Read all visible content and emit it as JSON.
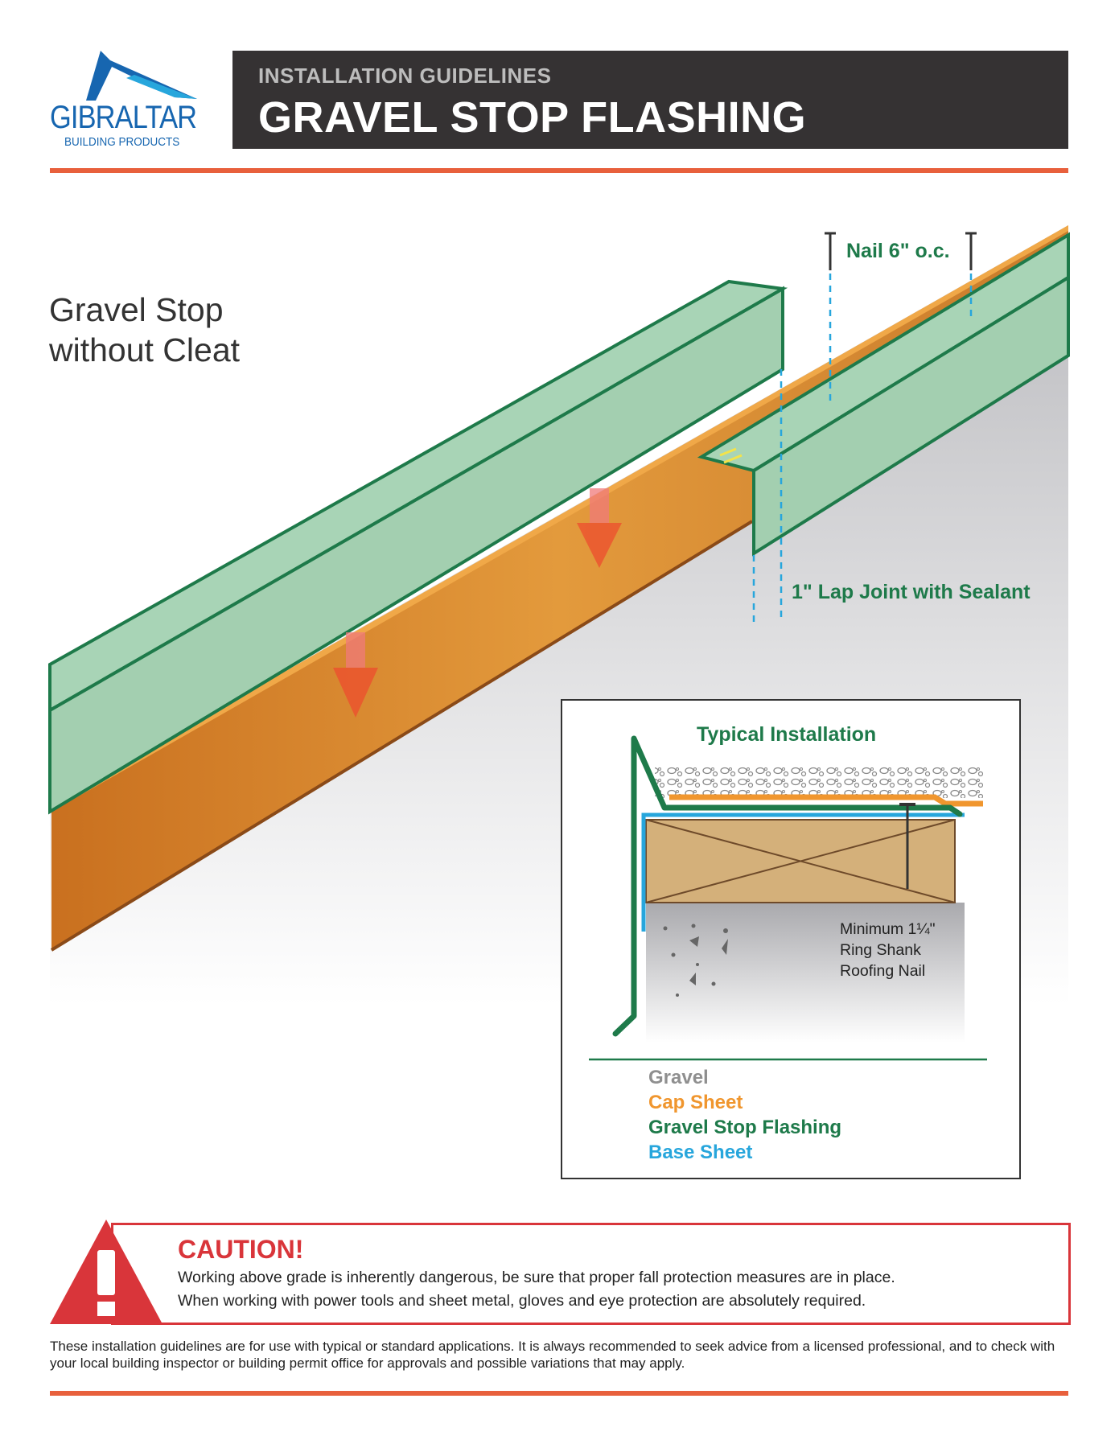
{
  "logo": {
    "name": "GIBRALTAR",
    "subtitle": "BUILDING PRODUCTS"
  },
  "header": {
    "kicker": "INSTALLATION GUIDELINES",
    "title": "GRAVEL STOP FLASHING"
  },
  "section": {
    "title_line1": "Gravel Stop",
    "title_line2": "without Cleat"
  },
  "callouts": {
    "nail": "Nail 6\" o.c.",
    "lap": "1\" Lap Joint with Sealant"
  },
  "inset": {
    "title": "Typical Installation",
    "nail_note": [
      "Minimum 1¼\"",
      "Ring Shank",
      "Roofing Nail"
    ],
    "legend": [
      {
        "label": "Gravel",
        "color": "#8f8f8f"
      },
      {
        "label": "Cap Sheet",
        "color": "#f0962e"
      },
      {
        "label": "Gravel Stop Flashing",
        "color": "#1e7a4a"
      },
      {
        "label": "Base Sheet",
        "color": "#27a6dc"
      }
    ]
  },
  "caution": {
    "title": "CAUTION!",
    "lines": [
      "Working above grade is inherently dangerous, be sure that proper fall protection measures are in place.",
      "When working with power tools and sheet metal, gloves and eye protection are absolutely required."
    ]
  },
  "footer": "These installation guidelines are for use with typical or standard applications. It is always recommended to seek advice from a licensed professional, and to check with your local building inspector or building permit office for approvals and possible variations that may apply."
}
